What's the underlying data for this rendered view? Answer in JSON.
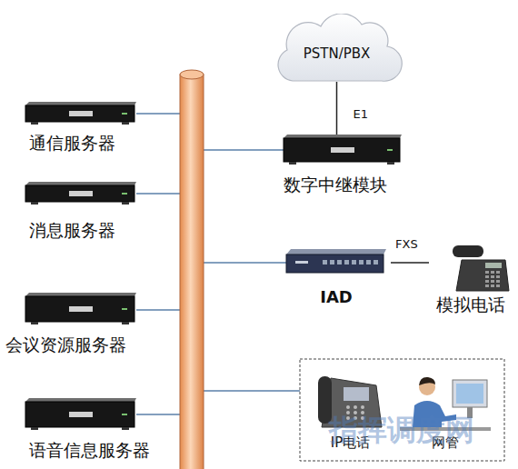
{
  "diagram": {
    "nodes": [
      {
        "text": [
          "通信服务器"
        ]
      },
      {
        "text": [
          "消息服务器"
        ]
      },
      {
        "text": [
          "会议资源服务器"
        ]
      },
      {
        "text": [
          "语音信息服务器"
        ]
      },
      {
        "text": [
          "PSTN/PBX"
        ]
      },
      {
        "text": [
          "数字中继模块"
        ]
      },
      {
        "text": [
          "IAD"
        ]
      },
      {
        "text": [
          "模拟电话"
        ]
      },
      {
        "text": [
          "IP电话"
        ]
      },
      {
        "text": [
          "网管"
        ]
      }
    ],
    "edges": [
      {
        "from": 4,
        "to": 5,
        "label": "E1",
        "arrow": "none"
      },
      {
        "from": 6,
        "to": 7,
        "label": "FXS",
        "arrow": "none"
      }
    ],
    "labels": [
      "指挥调度网"
    ]
  }
}
